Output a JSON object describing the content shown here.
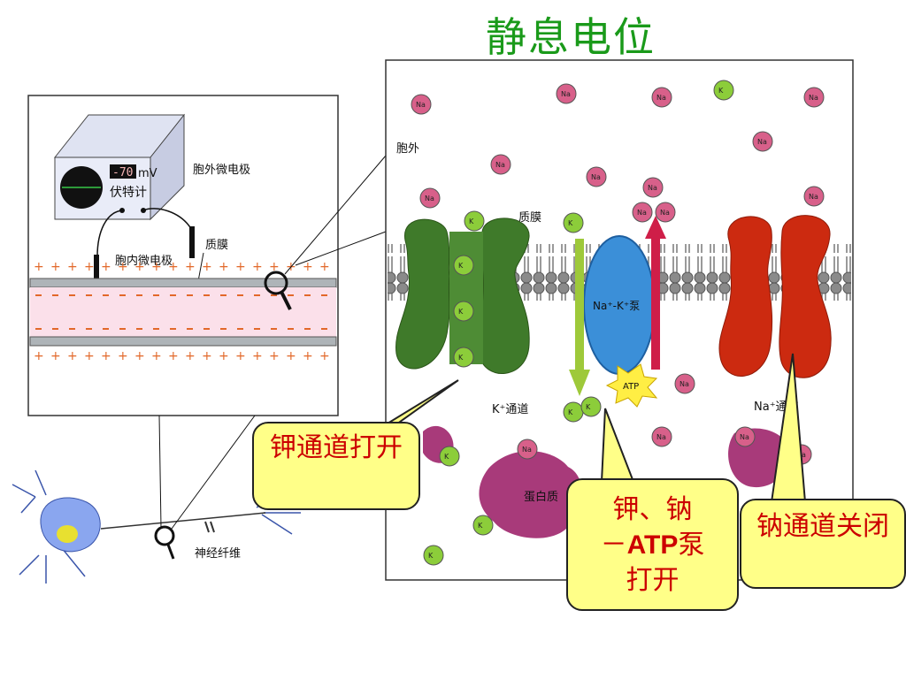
{
  "title": "静息电位",
  "diagram_labels": {
    "meter_unit": "mV",
    "meter_name": "伏特计",
    "outer_electrode": "胞外微电极",
    "inner_electrode": "胞内微电极",
    "membrane_left": "质膜",
    "extracellular": "胞外",
    "membrane_right": "质膜",
    "k_channel": "K⁺通道",
    "pump_label": "Na⁺-K⁺泵",
    "atp_burst": "ATP",
    "na_channel": "Na⁺通道",
    "protein": "蛋白质",
    "nerve_fiber": "神经纤维",
    "na_ion": "Na",
    "k_ion": "K"
  },
  "callouts": {
    "k_open": "钾通道打开",
    "pump_line1": "钾、钠",
    "pump_atp_prefix": "－",
    "pump_atp": "ATP",
    "pump_atp_suffix": "泵",
    "pump_line3": "打开",
    "na_closed": "钠通道关闭"
  },
  "colors": {
    "title": "#1a9a1a",
    "callout_fill": "#ffff88",
    "callout_text": "#cc0000",
    "k_channel": "#3f7a2a",
    "pump": "#3b8fd8",
    "na_channel": "#cc2a10",
    "na_ion": "#d8608a",
    "k_ion": "#8ccd3a",
    "protein": "#a83a7a"
  }
}
